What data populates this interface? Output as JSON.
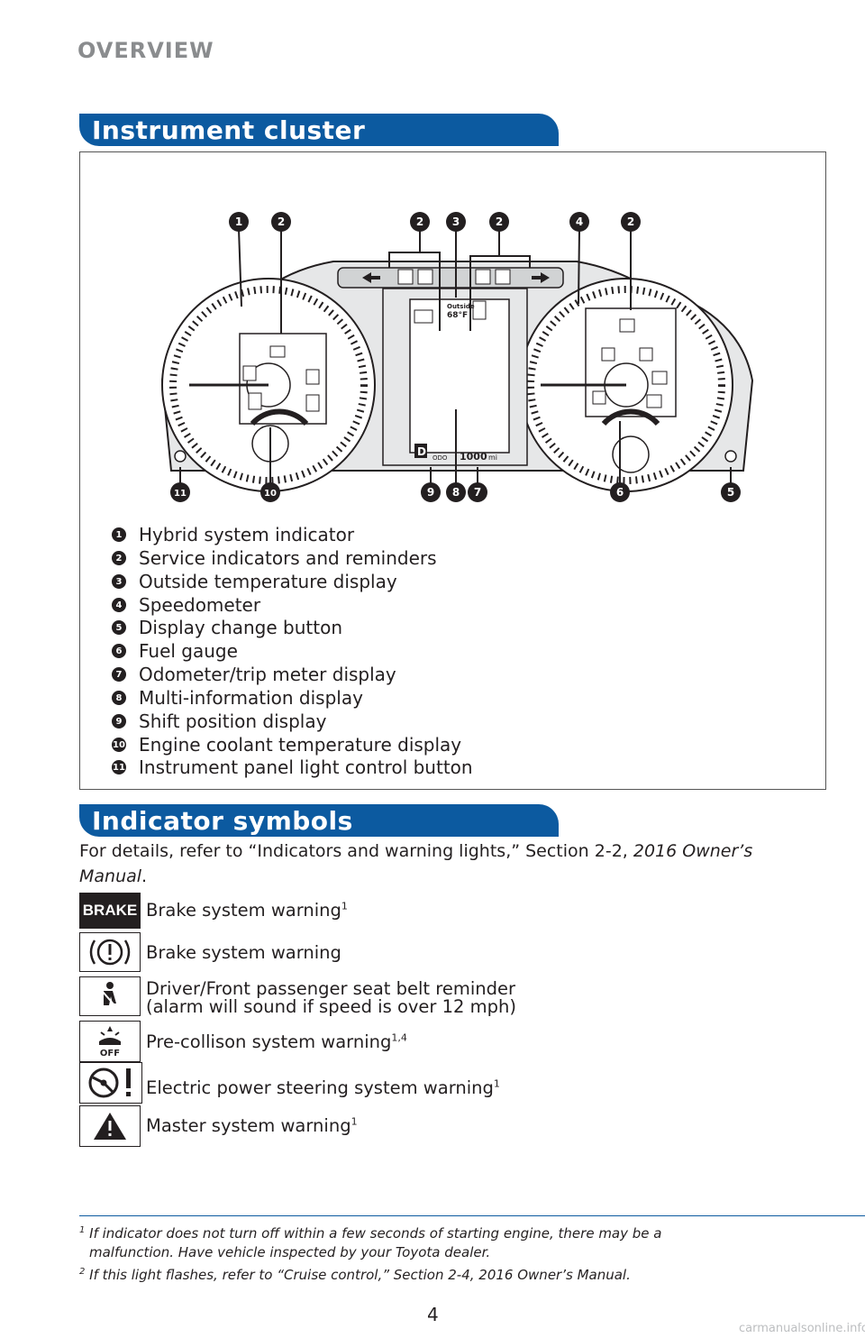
{
  "header": {
    "section": "OVERVIEW"
  },
  "cluster": {
    "title": "Instrument cluster",
    "outside_label": "Outside",
    "outside_temp": "68°F",
    "shift_letter": "D",
    "odo_label": "ODO",
    "odo_value": "1000",
    "odo_unit": "mi",
    "callouts_top": [
      "1",
      "2",
      "2",
      "3",
      "2",
      "4",
      "2"
    ],
    "callouts_bottom": [
      "11",
      "10",
      "9",
      "8",
      "7",
      "6",
      "5"
    ],
    "legend": [
      {
        "n": "1",
        "label": "Hybrid system indicator"
      },
      {
        "n": "2",
        "label": "Service indicators and reminders"
      },
      {
        "n": "3",
        "label": "Outside temperature display"
      },
      {
        "n": "4",
        "label": "Speedometer"
      },
      {
        "n": "5",
        "label": "Display change button"
      },
      {
        "n": "6",
        "label": "Fuel gauge"
      },
      {
        "n": "7",
        "label": "Odometer/trip meter display"
      },
      {
        "n": "8",
        "label": "Multi-information display"
      },
      {
        "n": "9",
        "label": "Shift position display"
      },
      {
        "n": "10",
        "label": "Engine coolant temperature display"
      },
      {
        "n": "11",
        "label": "Instrument panel light control button"
      }
    ]
  },
  "indicators": {
    "title": "Indicator symbols",
    "intro_text": "For details, refer to “Indicators and warning lights,” Section 2-2, ",
    "intro_italic": "2016 Owner’s Manual",
    "intro_end": ".",
    "brake_icon_text": "BRAKE",
    "pcs_icon_text": "OFF",
    "items": [
      {
        "icon": "brake-text-icon",
        "label": "Brake system warning",
        "sup": "1"
      },
      {
        "icon": "brake-exclamation-icon",
        "label": "Brake system warning",
        "sup": ""
      },
      {
        "icon": "seatbelt-icon",
        "label": "Driver/Front passenger seat belt reminder",
        "line2": "(alarm will sound if speed is over 12 mph)",
        "sup": ""
      },
      {
        "icon": "pre-collision-off-icon",
        "label": "Pre-collison system warning",
        "sup": "1,4"
      },
      {
        "icon": "steering-wheel-warning-icon",
        "label": "Electric power steering system warning",
        "sup": "1"
      },
      {
        "icon": "master-warning-triangle-icon",
        "label": "Master system warning",
        "sup": "1"
      }
    ]
  },
  "footnotes": {
    "f1_num": "1",
    "f1_line1": "If indicator does not turn off within a few seconds of starting engine, there may be a",
    "f1_line2": "malfunction. Have vehicle inspected by your Toyota dealer.",
    "f2_num": "2",
    "f2_text": "If this light flashes, refer to “Cruise control,” Section 2-4, 2016 Owner’s Manual."
  },
  "page_number": "4",
  "watermark": "carmanualsonline.info",
  "colors": {
    "banner_blue": "#0c5aa0",
    "header_grey": "#8a8c8e"
  }
}
